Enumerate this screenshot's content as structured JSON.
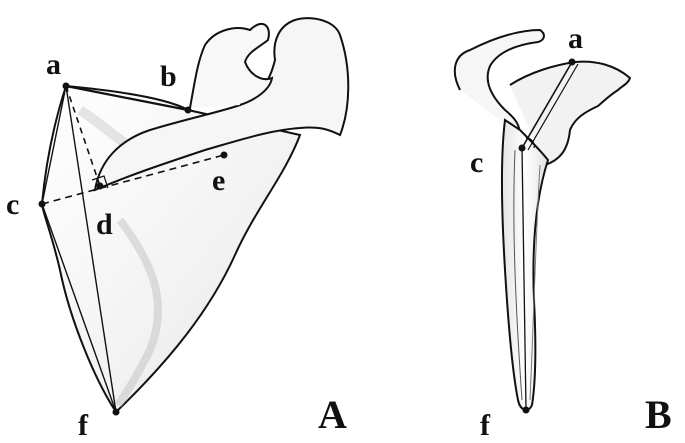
{
  "figure": {
    "panel_a": {
      "label": "A",
      "points": {
        "a": "a",
        "b": "b",
        "c": "c",
        "d": "d",
        "e": "e",
        "f": "f"
      }
    },
    "panel_b": {
      "label": "B",
      "points": {
        "a": "a",
        "c": "c",
        "f": "f"
      }
    }
  },
  "colors": {
    "ink": "#111111",
    "bone": "#f4f4f4",
    "shade": "#d8d8d8"
  }
}
